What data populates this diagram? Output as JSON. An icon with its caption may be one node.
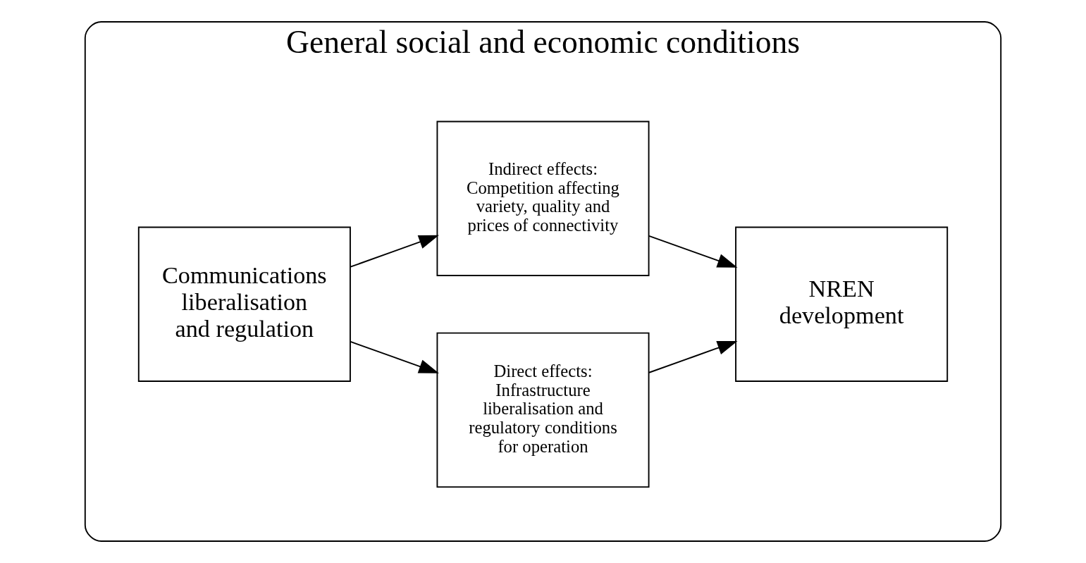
{
  "diagram": {
    "nodes": [
      {
        "text": [
          "General social and economic conditions"
        ]
      },
      {
        "text": [
          "Communications liberalisation and regulation"
        ],
        "in": 0
      },
      {
        "text": [
          "Direct effects: Infrastructure liberalisation and regulatory conditions for operation"
        ],
        "in": 0
      },
      {
        "text": [
          "NREN development"
        ],
        "in": 0
      },
      {
        "text": [
          "Indirect effects: Competition affecting variety, quality and prices of connectivity"
        ],
        "in": 0
      }
    ],
    "edges": [
      {
        "from": 1,
        "to": 2,
        "arrow": "to"
      },
      {
        "from": 2,
        "to": 3,
        "arrow": "to"
      },
      {
        "from": 1,
        "to": 4,
        "arrow": "to"
      },
      {
        "from": 4,
        "to": 3,
        "arrow": "to"
      }
    ]
  }
}
